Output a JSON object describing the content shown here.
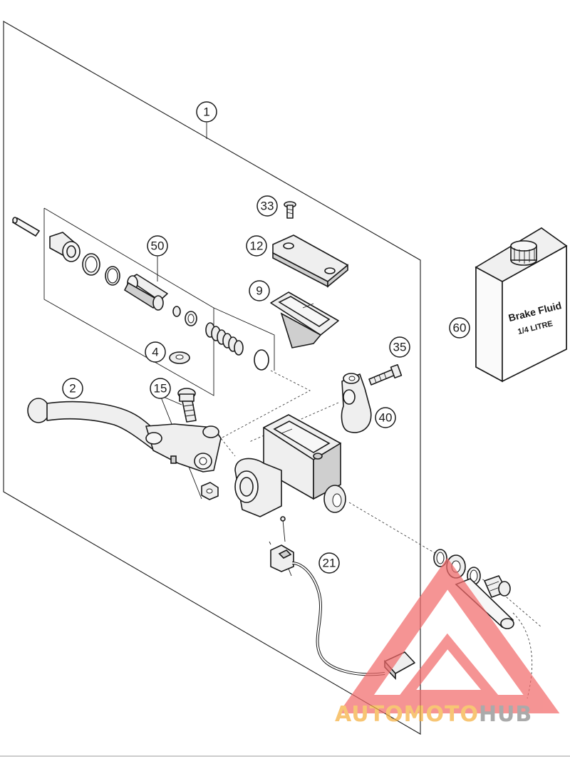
{
  "callouts": [
    {
      "id": "callout-1",
      "label": "1"
    },
    {
      "id": "callout-2",
      "label": "2"
    },
    {
      "id": "callout-4",
      "label": "4"
    },
    {
      "id": "callout-9",
      "label": "9"
    },
    {
      "id": "callout-12",
      "label": "12"
    },
    {
      "id": "callout-15",
      "label": "15"
    },
    {
      "id": "callout-21",
      "label": "21"
    },
    {
      "id": "callout-33",
      "label": "33"
    },
    {
      "id": "callout-35",
      "label": "35"
    },
    {
      "id": "callout-40",
      "label": "40"
    },
    {
      "id": "callout-50",
      "label": "50"
    },
    {
      "id": "callout-60",
      "label": "60"
    }
  ],
  "bottle": {
    "line1": "Brake Fluid",
    "line2": "1/4 LITRE"
  },
  "watermark": {
    "part1": "AUTOMOTO",
    "part2": "HUB",
    "color_primary": "#f26b6b",
    "color_secondary": "#f5b040",
    "color_dark": "#8a8a8a"
  }
}
